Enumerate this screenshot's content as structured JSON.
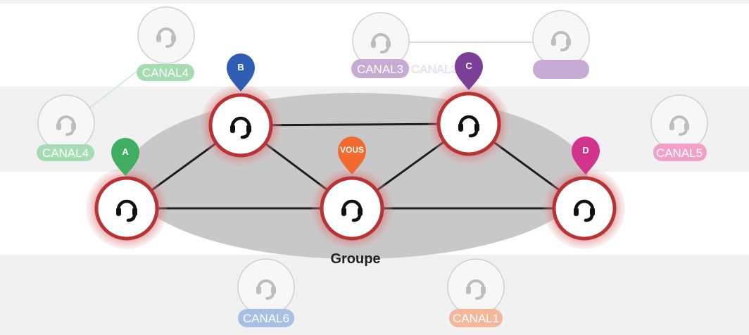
{
  "group_label": "Groupe",
  "members": [
    {
      "id": "A",
      "pin_label": "A",
      "pin_color": "#3fae63"
    },
    {
      "id": "B",
      "pin_label": "B",
      "pin_color": "#2f5db4"
    },
    {
      "id": "C",
      "pin_label": "C",
      "pin_color": "#7b3f98"
    },
    {
      "id": "D",
      "pin_label": "D",
      "pin_color": "#d2338d"
    },
    {
      "id": "VOUS",
      "pin_label": "VOUS",
      "pin_color": "#f26a2e"
    }
  ],
  "channels": [
    {
      "id": "ch-canal4-top",
      "label": "CANAL4",
      "color": "#a5dcb3"
    },
    {
      "id": "ch-canal4-left",
      "label": "CANAL4",
      "color": "#a5dcb3"
    },
    {
      "id": "ch-canal3",
      "label": "CANAL3",
      "color": "#c7abd4"
    },
    {
      "id": "ch-canal3-right",
      "label": "",
      "color": "#c7abd4"
    },
    {
      "id": "ch-canal5",
      "label": "CANAL5",
      "color": "#f1a1c8"
    },
    {
      "id": "ch-canal6",
      "label": "CANAL6",
      "color": "#a9c0e6"
    },
    {
      "id": "ch-canal1",
      "label": "CANAL1",
      "color": "#f5b69a"
    }
  ],
  "overlap_label": "CANAL3",
  "colors": {
    "node_ring": "#c9353a",
    "group_ellipse": "#c8c8c8"
  }
}
